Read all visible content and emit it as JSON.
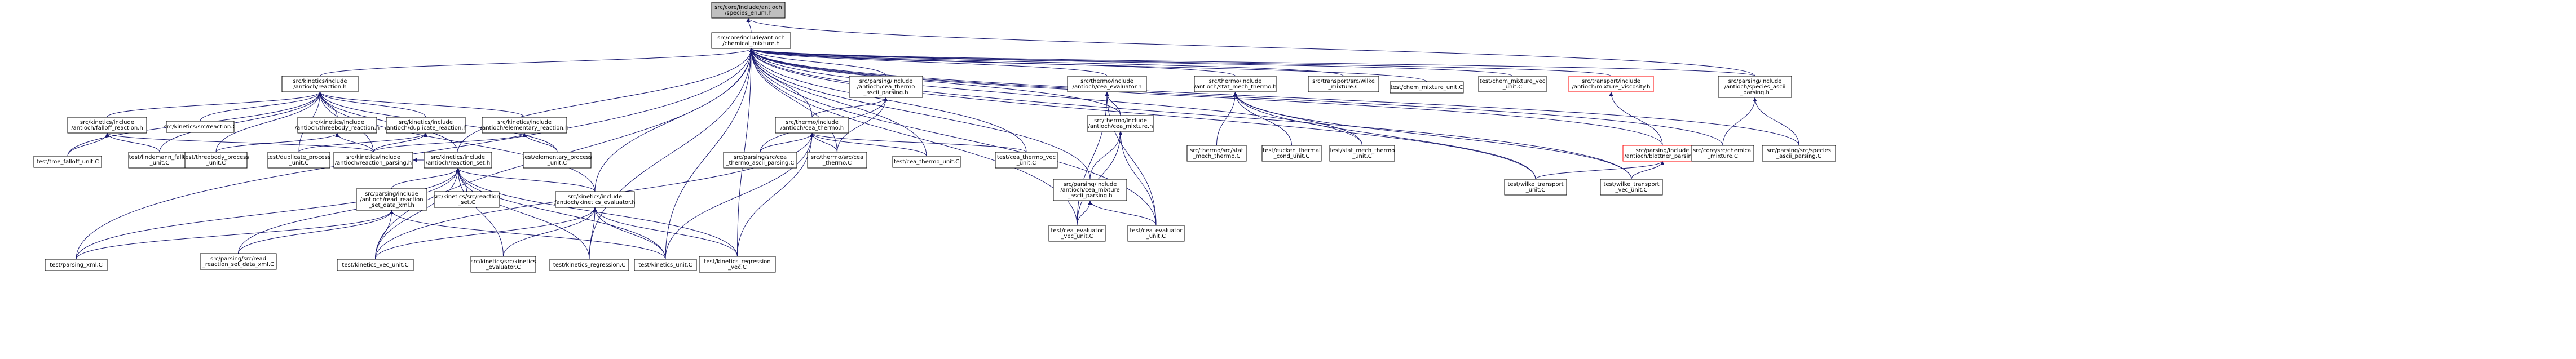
{
  "graph": {
    "nodes": [
      {
        "id": "n0",
        "lines": [
          "src/core/include/antioch",
          "/species_enum.h"
        ],
        "style": "root"
      },
      {
        "id": "n1",
        "lines": [
          "src/core/include/antioch",
          "/chemical_mixture.h"
        ]
      },
      {
        "id": "n2",
        "lines": [
          "src/kinetics/include",
          "/antioch/reaction.h"
        ]
      },
      {
        "id": "n3",
        "lines": [
          "src/parsing/include",
          "/antioch/cea_thermo",
          "_ascii_parsing.h"
        ]
      },
      {
        "id": "n4",
        "lines": [
          "src/thermo/include",
          "/antioch/cea_evaluator.h"
        ]
      },
      {
        "id": "n5",
        "lines": [
          "src/thermo/include",
          "/antioch/stat_mech_thermo.h"
        ]
      },
      {
        "id": "n6",
        "lines": [
          "src/transport/src/wilke",
          "_mixture.C"
        ]
      },
      {
        "id": "n7",
        "lines": [
          "test/chem_mixture_unit.C"
        ]
      },
      {
        "id": "n8",
        "lines": [
          "test/chem_mixture_vec",
          "_unit.C"
        ]
      },
      {
        "id": "n9",
        "lines": [
          "src/transport/include",
          "/antioch/mixture_viscosity.h"
        ],
        "style": "red"
      },
      {
        "id": "n10",
        "lines": [
          "src/parsing/include",
          "/antioch/species_ascii",
          "_parsing.h"
        ]
      },
      {
        "id": "n11",
        "lines": [
          "src/kinetics/include",
          "/antioch/falloff_reaction.h"
        ]
      },
      {
        "id": "n12",
        "lines": [
          "src/kinetics/src/reaction.C"
        ]
      },
      {
        "id": "n13",
        "lines": [
          "src/kinetics/include",
          "/antioch/threebody_reaction.h"
        ]
      },
      {
        "id": "n14",
        "lines": [
          "src/kinetics/include",
          "/antioch/duplicate_reaction.h"
        ]
      },
      {
        "id": "n15",
        "lines": [
          "src/kinetics/include",
          "/antioch/elementary_reaction.h"
        ]
      },
      {
        "id": "n16",
        "lines": [
          "src/thermo/include",
          "/antioch/cea_thermo.h"
        ]
      },
      {
        "id": "n17",
        "lines": [
          "src/thermo/include",
          "/antioch/cea_mixture.h"
        ]
      },
      {
        "id": "n18",
        "lines": [
          "src/thermo/src/stat",
          "_mech_thermo.C"
        ]
      },
      {
        "id": "n19",
        "lines": [
          "test/eucken_thermal",
          "_cond_unit.C"
        ]
      },
      {
        "id": "n20",
        "lines": [
          "test/stat_mech_thermo",
          "_unit.C"
        ]
      },
      {
        "id": "n21",
        "lines": [
          "src/parsing/include",
          "/antioch/blottner_parsing.h"
        ],
        "style": "red"
      },
      {
        "id": "n22",
        "lines": [
          "src/core/src/chemical",
          "_mixture.C"
        ]
      },
      {
        "id": "n23",
        "lines": [
          "src/parsing/src/species",
          "_ascii_parsing.C"
        ]
      },
      {
        "id": "n24",
        "lines": [
          "test/troe_falloff_unit.C"
        ]
      },
      {
        "id": "n25",
        "lines": [
          "test/lindemann_falloff",
          "_unit.C"
        ]
      },
      {
        "id": "n26",
        "lines": [
          "test/threebody_process",
          "_unit.C"
        ]
      },
      {
        "id": "n27",
        "lines": [
          "test/duplicate_process",
          "_unit.C"
        ]
      },
      {
        "id": "n28",
        "lines": [
          "src/kinetics/include",
          "/antioch/reaction_parsing.h"
        ]
      },
      {
        "id": "n29",
        "lines": [
          "src/kinetics/include",
          "/antioch/reaction_set.h"
        ]
      },
      {
        "id": "n30",
        "lines": [
          "test/elementary_process",
          "_unit.C"
        ]
      },
      {
        "id": "n31",
        "lines": [
          "src/parsing/src/cea",
          "_thermo_ascii_parsing.C"
        ]
      },
      {
        "id": "n32",
        "lines": [
          "src/thermo/src/cea",
          "_thermo.C"
        ]
      },
      {
        "id": "n33",
        "lines": [
          "test/cea_thermo_unit.C"
        ]
      },
      {
        "id": "n34",
        "lines": [
          "test/cea_thermo_vec",
          "_unit.C"
        ]
      },
      {
        "id": "n35",
        "lines": [
          "src/parsing/include",
          "/antioch/cea_mixture",
          "_ascii_parsing.h"
        ]
      },
      {
        "id": "n36",
        "lines": [
          "test/wilke_transport",
          "_unit.C"
        ]
      },
      {
        "id": "n37",
        "lines": [
          "test/wilke_transport",
          "_vec_unit.C"
        ]
      },
      {
        "id": "n38",
        "lines": [
          "src/parsing/include",
          "/antioch/read_reaction",
          "_set_data_xml.h"
        ]
      },
      {
        "id": "n39",
        "lines": [
          "src/kinetics/src/reaction",
          "_set.C"
        ]
      },
      {
        "id": "n40",
        "lines": [
          "src/kinetics/include",
          "/antioch/kinetics_evaluator.h"
        ]
      },
      {
        "id": "n41",
        "lines": [
          "test/cea_evaluator",
          "_vec_unit.C"
        ]
      },
      {
        "id": "n42",
        "lines": [
          "test/cea_evaluator",
          "_unit.C"
        ]
      },
      {
        "id": "n43",
        "lines": [
          "test/parsing_xml.C"
        ]
      },
      {
        "id": "n44",
        "lines": [
          "src/parsing/src/read",
          "_reaction_set_data_xml.C"
        ]
      },
      {
        "id": "n45",
        "lines": [
          "test/kinetics_vec_unit.C"
        ]
      },
      {
        "id": "n46",
        "lines": [
          "src/kinetics/src/kinetics",
          "_evaluator.C"
        ]
      },
      {
        "id": "n47",
        "lines": [
          "test/kinetics_regression.C"
        ]
      },
      {
        "id": "n48",
        "lines": [
          "test/kinetics_unit.C"
        ]
      },
      {
        "id": "n49",
        "lines": [
          "test/kinetics_regression",
          "_vec.C"
        ]
      }
    ],
    "edges": [
      [
        "n1",
        "n0"
      ],
      [
        "n10",
        "n0"
      ],
      [
        "n2",
        "n1"
      ],
      [
        "n3",
        "n1"
      ],
      [
        "n4",
        "n1"
      ],
      [
        "n5",
        "n1"
      ],
      [
        "n6",
        "n1"
      ],
      [
        "n7",
        "n1"
      ],
      [
        "n8",
        "n1"
      ],
      [
        "n9",
        "n1"
      ],
      [
        "n10",
        "n1"
      ],
      [
        "n22",
        "n1"
      ],
      [
        "n23",
        "n1"
      ],
      [
        "n16",
        "n1"
      ],
      [
        "n17",
        "n1"
      ],
      [
        "n29",
        "n1"
      ],
      [
        "n40",
        "n1"
      ],
      [
        "n36",
        "n1"
      ],
      [
        "n37",
        "n1"
      ],
      [
        "n41",
        "n1"
      ],
      [
        "n42",
        "n1"
      ],
      [
        "n45",
        "n1"
      ],
      [
        "n48",
        "n1"
      ],
      [
        "n47",
        "n1"
      ],
      [
        "n49",
        "n1"
      ],
      [
        "n43",
        "n1"
      ],
      [
        "n32",
        "n1"
      ],
      [
        "n33",
        "n1"
      ],
      [
        "n34",
        "n1"
      ],
      [
        "n35",
        "n1"
      ],
      [
        "n20",
        "n1"
      ],
      [
        "n21",
        "n1"
      ],
      [
        "n11",
        "n2"
      ],
      [
        "n12",
        "n2"
      ],
      [
        "n13",
        "n2"
      ],
      [
        "n14",
        "n2"
      ],
      [
        "n15",
        "n2"
      ],
      [
        "n24",
        "n2"
      ],
      [
        "n25",
        "n2"
      ],
      [
        "n26",
        "n2"
      ],
      [
        "n27",
        "n2"
      ],
      [
        "n28",
        "n2"
      ],
      [
        "n29",
        "n2"
      ],
      [
        "n30",
        "n2"
      ],
      [
        "n40",
        "n2"
      ],
      [
        "n16",
        "n3"
      ],
      [
        "n31",
        "n3"
      ],
      [
        "n32",
        "n3"
      ],
      [
        "n17",
        "n4"
      ],
      [
        "n41",
        "n4"
      ],
      [
        "n42",
        "n4"
      ],
      [
        "n18",
        "n5"
      ],
      [
        "n19",
        "n5"
      ],
      [
        "n20",
        "n5"
      ],
      [
        "n36",
        "n5"
      ],
      [
        "n37",
        "n5"
      ],
      [
        "n21",
        "n9"
      ],
      [
        "n22",
        "n10"
      ],
      [
        "n23",
        "n10"
      ],
      [
        "n24",
        "n11"
      ],
      [
        "n25",
        "n11"
      ],
      [
        "n28",
        "n11"
      ],
      [
        "n26",
        "n13"
      ],
      [
        "n28",
        "n13"
      ],
      [
        "n27",
        "n14"
      ],
      [
        "n28",
        "n14"
      ],
      [
        "n30",
        "n15"
      ],
      [
        "n28",
        "n15"
      ],
      [
        "n31",
        "n16"
      ],
      [
        "n32",
        "n16"
      ],
      [
        "n33",
        "n16"
      ],
      [
        "n34",
        "n16"
      ],
      [
        "n45",
        "n16"
      ],
      [
        "n48",
        "n16"
      ],
      [
        "n49",
        "n16"
      ],
      [
        "n35",
        "n17"
      ],
      [
        "n41",
        "n17"
      ],
      [
        "n42",
        "n17"
      ],
      [
        "n41",
        "n35"
      ],
      [
        "n42",
        "n35"
      ],
      [
        "n36",
        "n21"
      ],
      [
        "n37",
        "n21"
      ],
      [
        "n29",
        "n28"
      ],
      [
        "n38",
        "n29"
      ],
      [
        "n39",
        "n29"
      ],
      [
        "n40",
        "n29"
      ],
      [
        "n43",
        "n29"
      ],
      [
        "n44",
        "n29"
      ],
      [
        "n45",
        "n29"
      ],
      [
        "n46",
        "n29"
      ],
      [
        "n47",
        "n29"
      ],
      [
        "n48",
        "n29"
      ],
      [
        "n49",
        "n29"
      ],
      [
        "n43",
        "n38"
      ],
      [
        "n44",
        "n38"
      ],
      [
        "n45",
        "n38"
      ],
      [
        "n48",
        "n38"
      ],
      [
        "n45",
        "n40"
      ],
      [
        "n46",
        "n40"
      ],
      [
        "n47",
        "n40"
      ],
      [
        "n48",
        "n40"
      ],
      [
        "n49",
        "n40"
      ]
    ]
  }
}
